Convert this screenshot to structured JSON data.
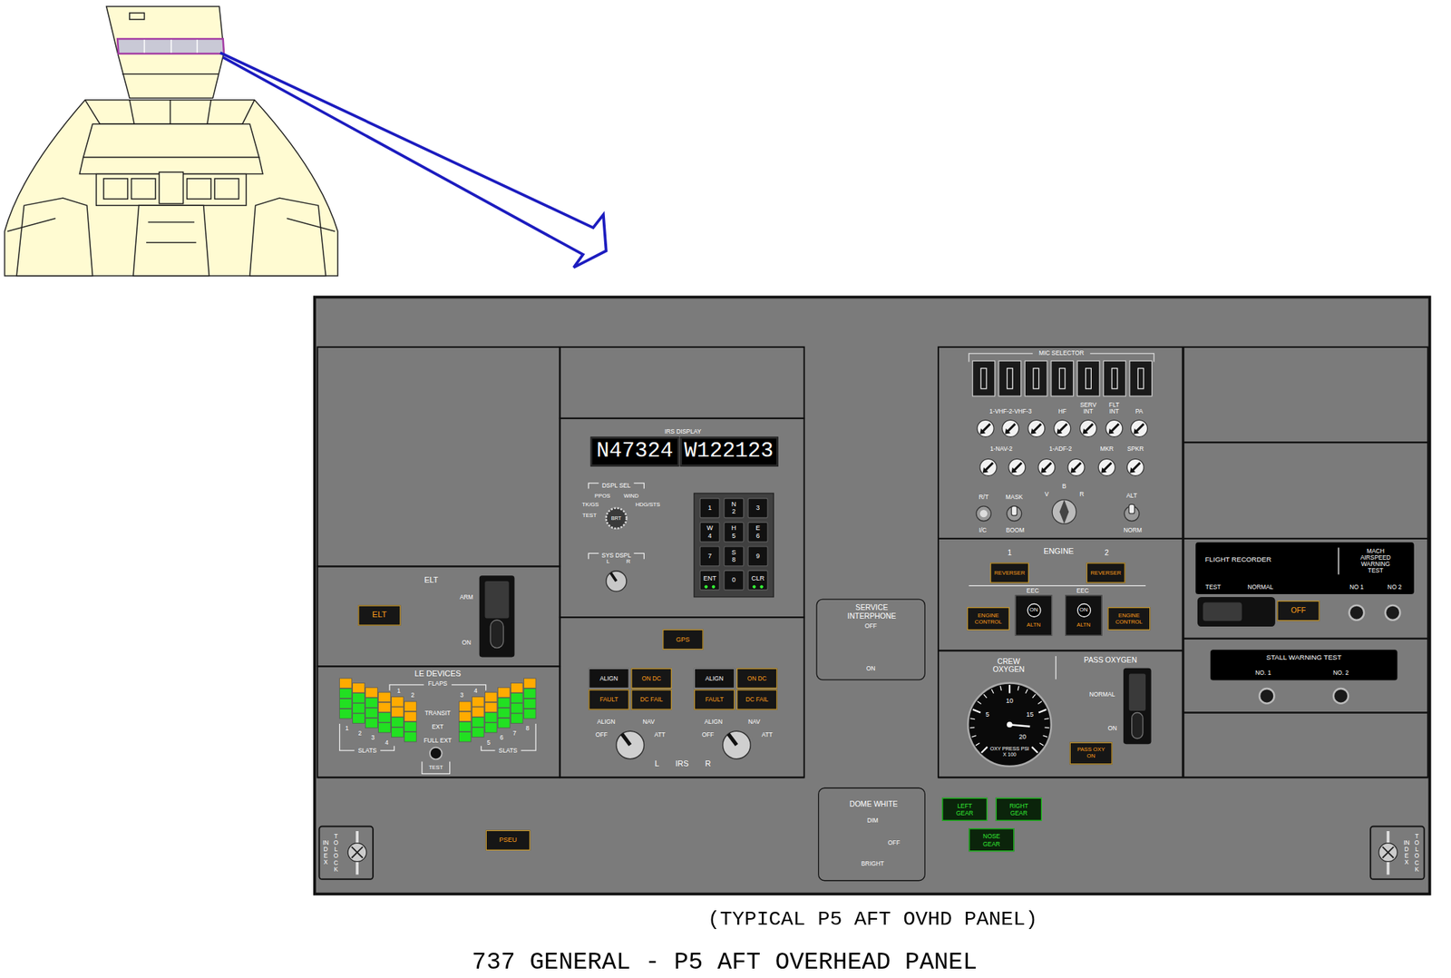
{
  "diagram": {
    "title": "737 GENERAL - P5 AFT OVERHEAD PANEL",
    "caption": "(TYPICAL P5 AFT OVHD PANEL)",
    "nodes": [
      {
        "text": [
          "ELT"
        ]
      },
      {
        "text": [
          "ELT"
        ],
        "in": 0
      },
      {
        "text": [
          "LE DEVICES"
        ]
      },
      {
        "text": [
          "IRS DISPLAY"
        ]
      },
      {
        "text": [
          "N47324"
        ],
        "in": 3
      },
      {
        "text": [
          "W122123"
        ],
        "in": 3
      },
      {
        "text": [
          "1"
        ],
        "in": 3
      },
      {
        "text": [
          "N 2"
        ],
        "in": 3
      },
      {
        "text": [
          "3"
        ],
        "in": 3
      },
      {
        "text": [
          "W 4"
        ],
        "in": 3
      },
      {
        "text": [
          "H 5"
        ],
        "in": 3
      },
      {
        "text": [
          "E 6"
        ],
        "in": 3
      },
      {
        "text": [
          "7"
        ],
        "in": 3
      },
      {
        "text": [
          "S 8"
        ],
        "in": 3
      },
      {
        "text": [
          "9"
        ],
        "in": 3
      },
      {
        "text": [
          "ENT"
        ],
        "in": 3
      },
      {
        "text": [
          "0"
        ],
        "in": 3
      },
      {
        "text": [
          "CLR"
        ],
        "in": 3
      },
      {
        "text": [
          "IRS"
        ]
      },
      {
        "text": [
          "GPS"
        ],
        "in": 18
      },
      {
        "text": [
          "ALIGN"
        ],
        "in": 18
      },
      {
        "text": [
          "ON DC"
        ],
        "in": 18
      },
      {
        "text": [
          "FAULT"
        ],
        "in": 18
      },
      {
        "text": [
          "DC FAIL"
        ],
        "in": 18
      },
      {
        "text": [
          "ALIGN"
        ],
        "in": 18
      },
      {
        "text": [
          "ON DC"
        ],
        "in": 18
      },
      {
        "text": [
          "FAULT"
        ],
        "in": 18
      },
      {
        "text": [
          "DC FAIL"
        ],
        "in": 18
      },
      {
        "text": [
          "SERVICE INTERPHONE"
        ]
      },
      {
        "text": [
          "DOME WHITE"
        ]
      },
      {
        "text": [
          "PSEU"
        ]
      },
      {
        "text": [
          "LEFT GEAR"
        ]
      },
      {
        "text": [
          "RIGHT GEAR"
        ]
      },
      {
        "text": [
          "NOSE GEAR"
        ]
      },
      {
        "text": [
          "MIC SELECTOR"
        ]
      },
      {
        "text": [
          "ENGINE"
        ]
      },
      {
        "text": [
          "REVERSER"
        ],
        "in": 35
      },
      {
        "text": [
          "REVERSER"
        ],
        "in": 35
      },
      {
        "text": [
          "ENGINE CONTROL"
        ],
        "in": 35
      },
      {
        "text": [
          "ON",
          "ALTN"
        ],
        "in": 35
      },
      {
        "text": [
          "ON",
          "ALTN"
        ],
        "in": 35
      },
      {
        "text": [
          "ENGINE CONTROL"
        ],
        "in": 35
      },
      {
        "text": [
          "CREW OXYGEN",
          "PASS OXYGEN"
        ]
      },
      {
        "text": [
          "PASS OXY ON"
        ],
        "in": 42
      },
      {
        "text": [
          "FLIGHT RECORDER",
          "MACH AIRSPEED WARNING TEST"
        ]
      },
      {
        "text": [
          "OFF"
        ]
      },
      {
        "text": [
          "STALL WARNING TEST"
        ]
      }
    ],
    "labels": [
      "ARM",
      "ON",
      "FLAPS",
      "1",
      "2",
      "3",
      "4",
      "TRANSIT",
      "EXT",
      "FULL EXT",
      "1",
      "2",
      "3",
      "4",
      "SLATS",
      "5",
      "6",
      "7",
      "8",
      "SLATS",
      "TEST",
      "DSPL SEL",
      "PPOS",
      "WIND",
      "TK/GS",
      "HDG/STS",
      "TEST",
      "BRT",
      "SYS DSPL",
      "L",
      "R",
      "ALIGN",
      "NAV",
      "OFF",
      "ATT",
      "ALIGN",
      "NAV",
      "OFF",
      "ATT",
      "L",
      "R",
      "OFF",
      "ON",
      "DIM",
      "OFF",
      "BRIGHT",
      "1-VHF-2-VHF-3",
      "HF",
      "SERV INT",
      "FLT INT",
      "PA",
      "1-NAV-2",
      "1-ADF-2",
      "MKR",
      "SPKR",
      "R/T",
      "I/C",
      "MASK",
      "BOOM",
      "V",
      "B",
      "R",
      "ALT",
      "NORM",
      "1",
      "2",
      "EEC",
      "EEC",
      "10",
      "5",
      "15",
      "20",
      "OXY PRESS PSI X 100",
      "NORMAL",
      "ON",
      "TEST",
      "NORMAL",
      "NO 1",
      "NO 2",
      "NO. 1",
      "NO. 2",
      "INDEX",
      "TO LOCK",
      "INDEX",
      "TO LOCK"
    ]
  }
}
